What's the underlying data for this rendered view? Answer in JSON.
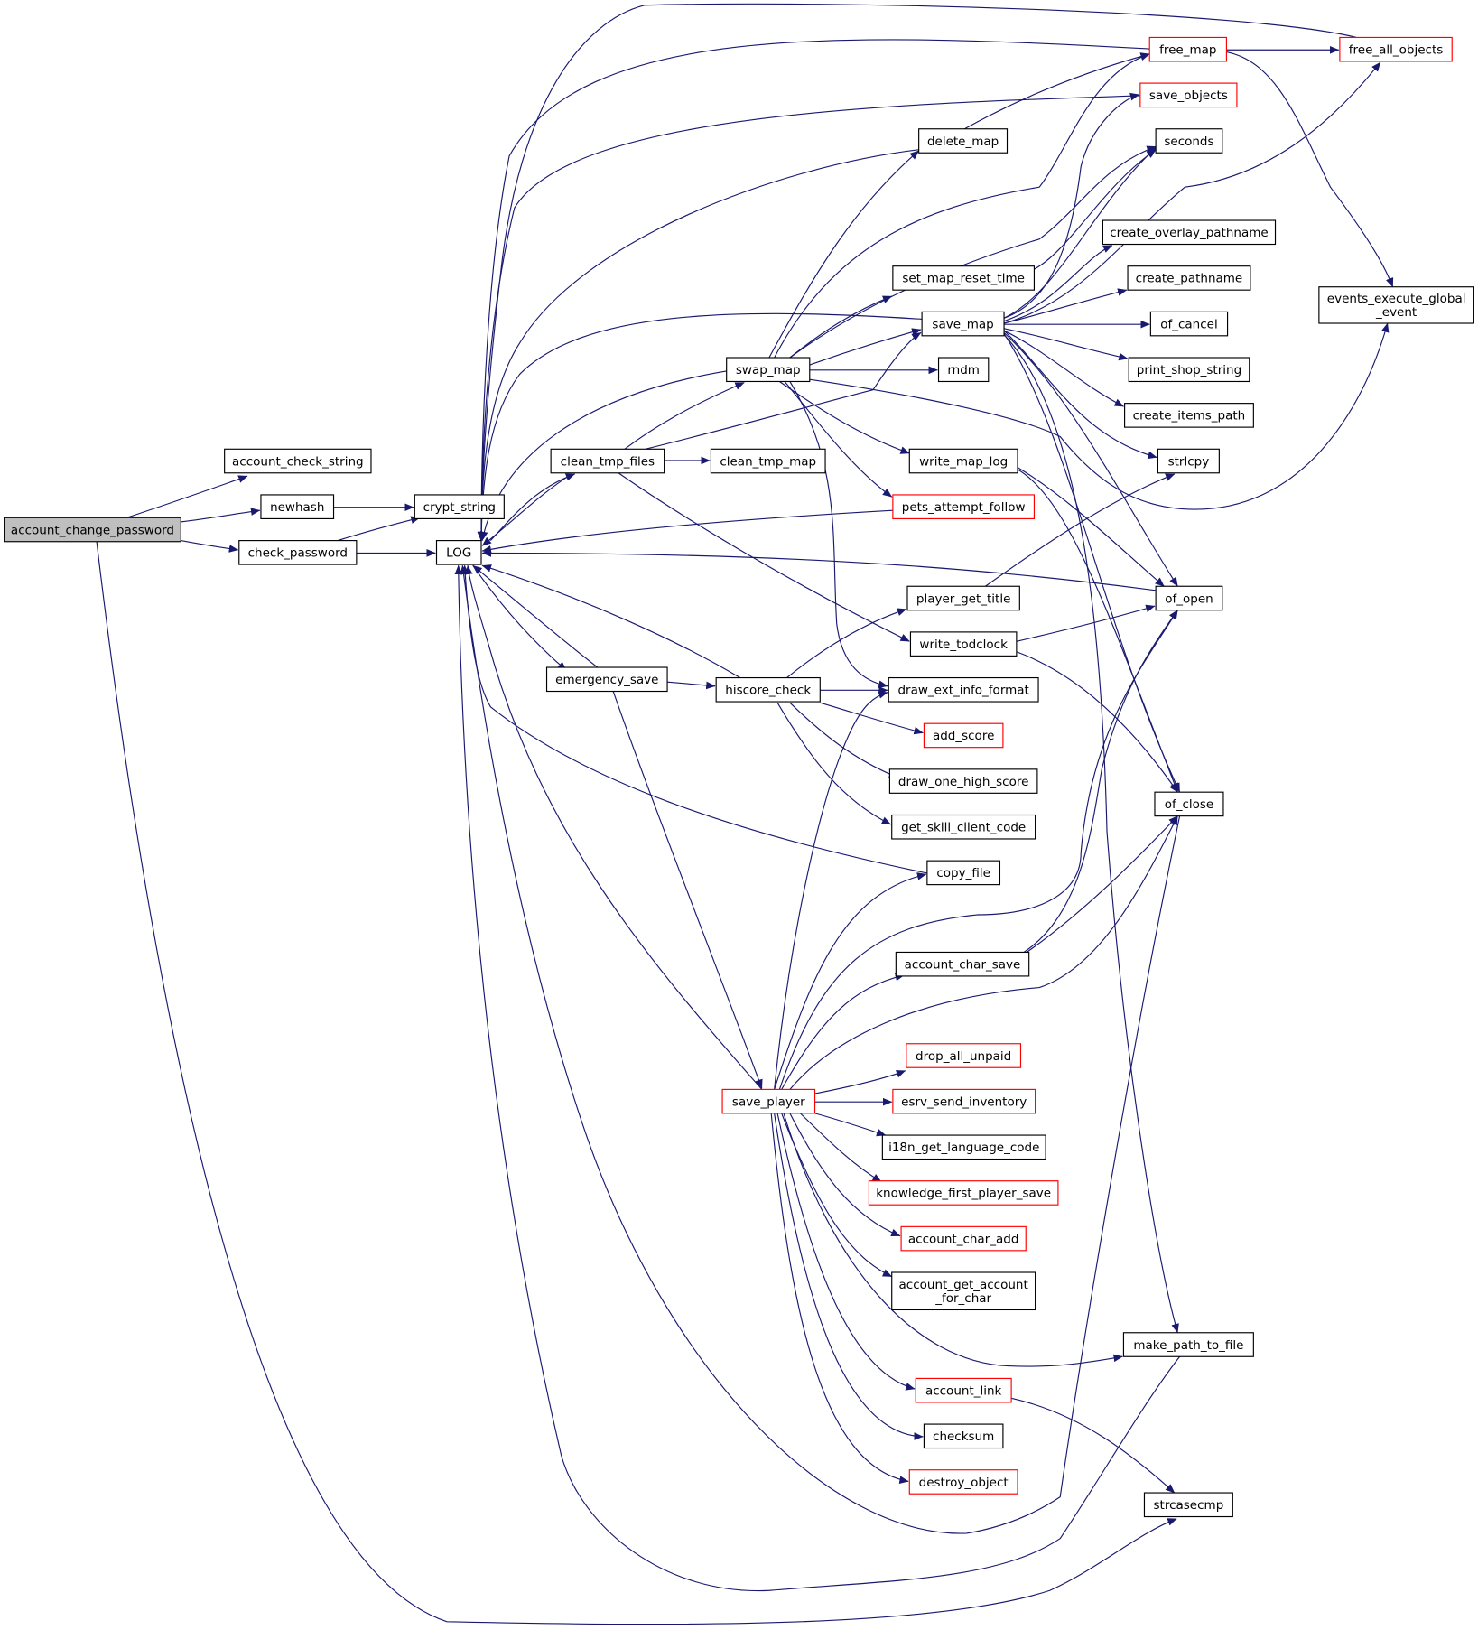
{
  "diagram": {
    "kind": "call graph",
    "colors": {
      "edge": "#191970",
      "node_border": "#000000",
      "truncated_node_border": "#ff0000",
      "start_node_fill": "#bfbfbf"
    },
    "nodes": [
      {
        "id": "acp",
        "label": "account_change_password",
        "style": "start"
      },
      {
        "id": "acs",
        "label": "account_check_string"
      },
      {
        "id": "newhash",
        "label": "newhash"
      },
      {
        "id": "crypt",
        "label": "crypt_string"
      },
      {
        "id": "checkpw",
        "label": "check_password"
      },
      {
        "id": "log",
        "label": "LOG"
      },
      {
        "id": "cleantmp",
        "label": "clean_tmp_files"
      },
      {
        "id": "cleantmpmap",
        "label": "clean_tmp_map"
      },
      {
        "id": "emerg",
        "label": "emergency_save"
      },
      {
        "id": "swapmap",
        "label": "swap_map"
      },
      {
        "id": "hiscore",
        "label": "hiscore_check"
      },
      {
        "id": "saveplayer",
        "label": "save_player",
        "style": "red"
      },
      {
        "id": "freemap",
        "label": "free_map",
        "style": "red"
      },
      {
        "id": "saveobjects",
        "label": "save_objects",
        "style": "red"
      },
      {
        "id": "deletemap",
        "label": "delete_map"
      },
      {
        "id": "seconds",
        "label": "seconds"
      },
      {
        "id": "setmapreset",
        "label": "set_map_reset_time"
      },
      {
        "id": "savemap",
        "label": "save_map"
      },
      {
        "id": "rndm",
        "label": "rndm"
      },
      {
        "id": "writemaplog",
        "label": "write_map_log"
      },
      {
        "id": "petsfollow",
        "label": "pets_attempt_follow",
        "style": "red"
      },
      {
        "id": "playertitle",
        "label": "player_get_title"
      },
      {
        "id": "writetod",
        "label": "write_todclock"
      },
      {
        "id": "drawext",
        "label": "draw_ext_info_format"
      },
      {
        "id": "addscore",
        "label": "add_score",
        "style": "red"
      },
      {
        "id": "drawone",
        "label": "draw_one_high_score"
      },
      {
        "id": "getskill",
        "label": "get_skill_client_code"
      },
      {
        "id": "copyfile",
        "label": "copy_file"
      },
      {
        "id": "acctcharsave",
        "label": "account_char_save"
      },
      {
        "id": "dropunpaid",
        "label": "drop_all_unpaid",
        "style": "red"
      },
      {
        "id": "esrvinv",
        "label": "esrv_send_inventory",
        "style": "red"
      },
      {
        "id": "i18n",
        "label": "i18n_get_language_code"
      },
      {
        "id": "knowledge",
        "label": "knowledge_first_player_save",
        "style": "red"
      },
      {
        "id": "acctcharadd",
        "label": "account_char_add",
        "style": "red"
      },
      {
        "id": "acctget",
        "label": "account_get_account\n_for_char"
      },
      {
        "id": "acctlink",
        "label": "account_link",
        "style": "red"
      },
      {
        "id": "checksum",
        "label": "checksum"
      },
      {
        "id": "destroyobj",
        "label": "destroy_object",
        "style": "red"
      },
      {
        "id": "freeall",
        "label": "free_all_objects",
        "style": "red"
      },
      {
        "id": "createoverlay",
        "label": "create_overlay_pathname"
      },
      {
        "id": "createpath",
        "label": "create_pathname"
      },
      {
        "id": "ofcancel",
        "label": "of_cancel"
      },
      {
        "id": "printshop",
        "label": "print_shop_string"
      },
      {
        "id": "createitems",
        "label": "create_items_path"
      },
      {
        "id": "strlcpy",
        "label": "strlcpy"
      },
      {
        "id": "ofopen",
        "label": "of_open"
      },
      {
        "id": "ofclose",
        "label": "of_close"
      },
      {
        "id": "makepath",
        "label": "make_path_to_file"
      },
      {
        "id": "strcasecmp",
        "label": "strcasecmp"
      },
      {
        "id": "events",
        "label": "events_execute_global\n_event"
      }
    ]
  }
}
